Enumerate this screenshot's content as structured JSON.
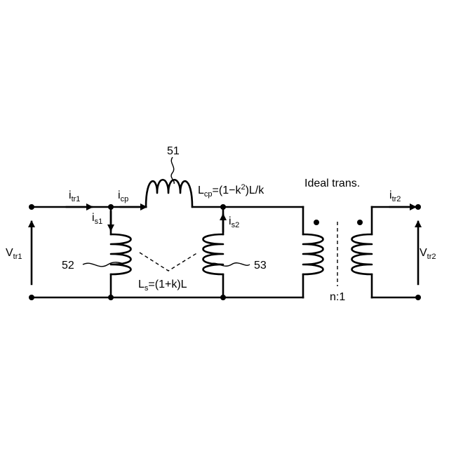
{
  "labels": {
    "ref_51": "51",
    "ref_52": "52",
    "ref_53": "53",
    "ideal_trans": "Ideal trans.",
    "ratio": "n:1",
    "v1_main": "V",
    "v1_sub": "tr1",
    "v2_main": "V",
    "v2_sub": "tr2",
    "i1_main": "i",
    "i1_sub": "tr1",
    "icp_main": "i",
    "icp_sub": "cp",
    "is1_main": "i",
    "is1_sub": "s1",
    "is2_main": "i",
    "is2_sub": "s2",
    "i2_main": "i",
    "i2_sub": "tr2",
    "lcp_main": "L",
    "lcp_sub": "cp",
    "lcp_eq1": "=(1−k",
    "lcp_sup": "2",
    "lcp_eq2": ")L/k",
    "ls_main": "L",
    "ls_sub": "s",
    "ls_eq": "=(1+k)L"
  },
  "colors": {
    "ink": "#000000",
    "background": "#ffffff"
  }
}
